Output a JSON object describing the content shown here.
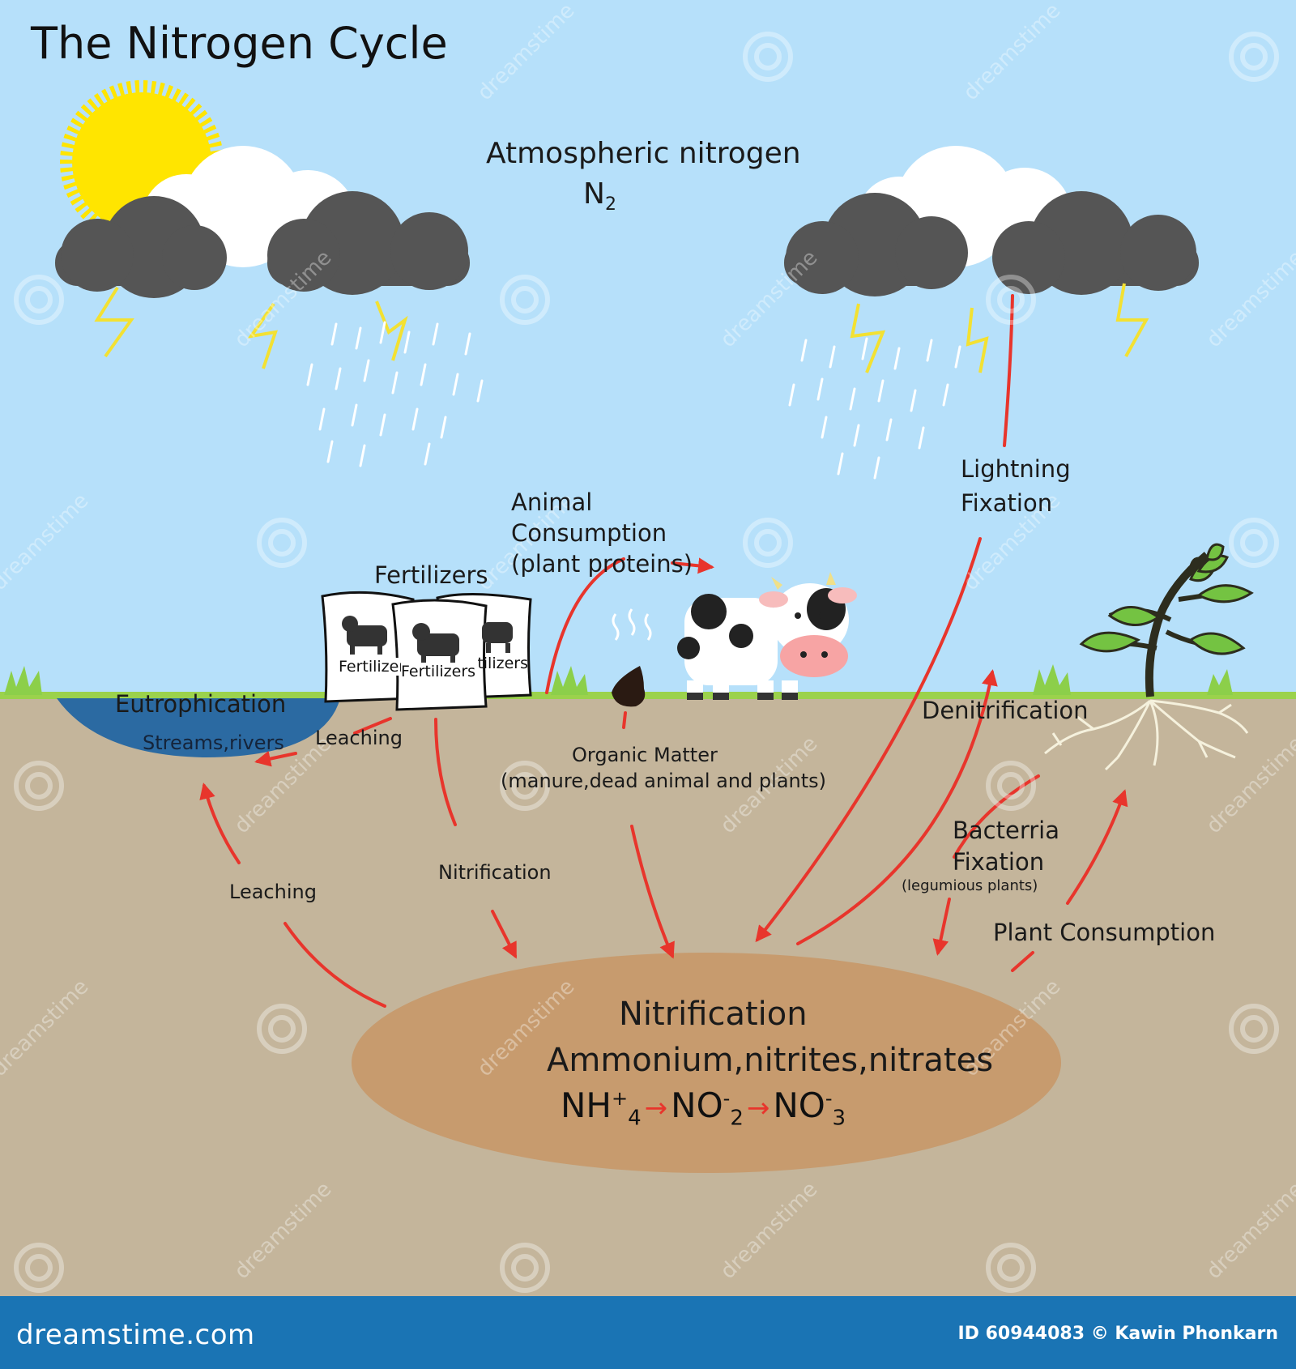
{
  "title": "The Nitrogen Cycle",
  "atmosphere": {
    "label": "Atmospheric nitrogen",
    "formula": "N",
    "formula_sub": "2"
  },
  "labels": {
    "animal_consumption": [
      "Animal",
      "Consumption",
      "(plant proteins)"
    ],
    "fertilizers": "Fertilizers",
    "lightning_fixation": [
      "Lightning",
      "Fixation"
    ],
    "eutrophication": "Eutrophication",
    "streams_rivers": "Streams,rivers",
    "leaching_top": "Leaching",
    "leaching_bottom": "Leaching",
    "organic_matter": "Organic Matter",
    "organic_matter_detail": "(manure,dead animal and plants)",
    "denitrification": "Denitrification",
    "bacteria_fixation": [
      "Bacterria",
      "Fixation"
    ],
    "bacteria_note": "(legumious plants)",
    "nitrification_side": "Nitrification",
    "plant_consumption": "Plant Consumption"
  },
  "fertilizer_bags": [
    "Fertilizers",
    "Fertilizers",
    "Fertilizers"
  ],
  "soil_pool": {
    "title": "Nitrification",
    "subtitle": "Ammonium,nitrites,nitrates",
    "formula": [
      {
        "base": "NH",
        "sup": "+",
        "sub": "4"
      },
      {
        "base": "NO",
        "sup": "-",
        "sub": "2"
      },
      {
        "base": "NO",
        "sup": "-",
        "sub": "3"
      }
    ]
  },
  "watermark": "dreamstime",
  "footer": {
    "logo": "dreamstime.com",
    "credit": "ID 60944083 © Kawin Phonkarn"
  },
  "colors": {
    "sky": "#b6e0fa",
    "soil": "#c4b59b",
    "grass": "#9bd24c",
    "water": "#2b6aa2",
    "pool": "#c79b6e",
    "cloud_dark": "#555555",
    "sun": "#ffe500",
    "arrow": "#e8352c",
    "footer": "#1a74b4"
  }
}
